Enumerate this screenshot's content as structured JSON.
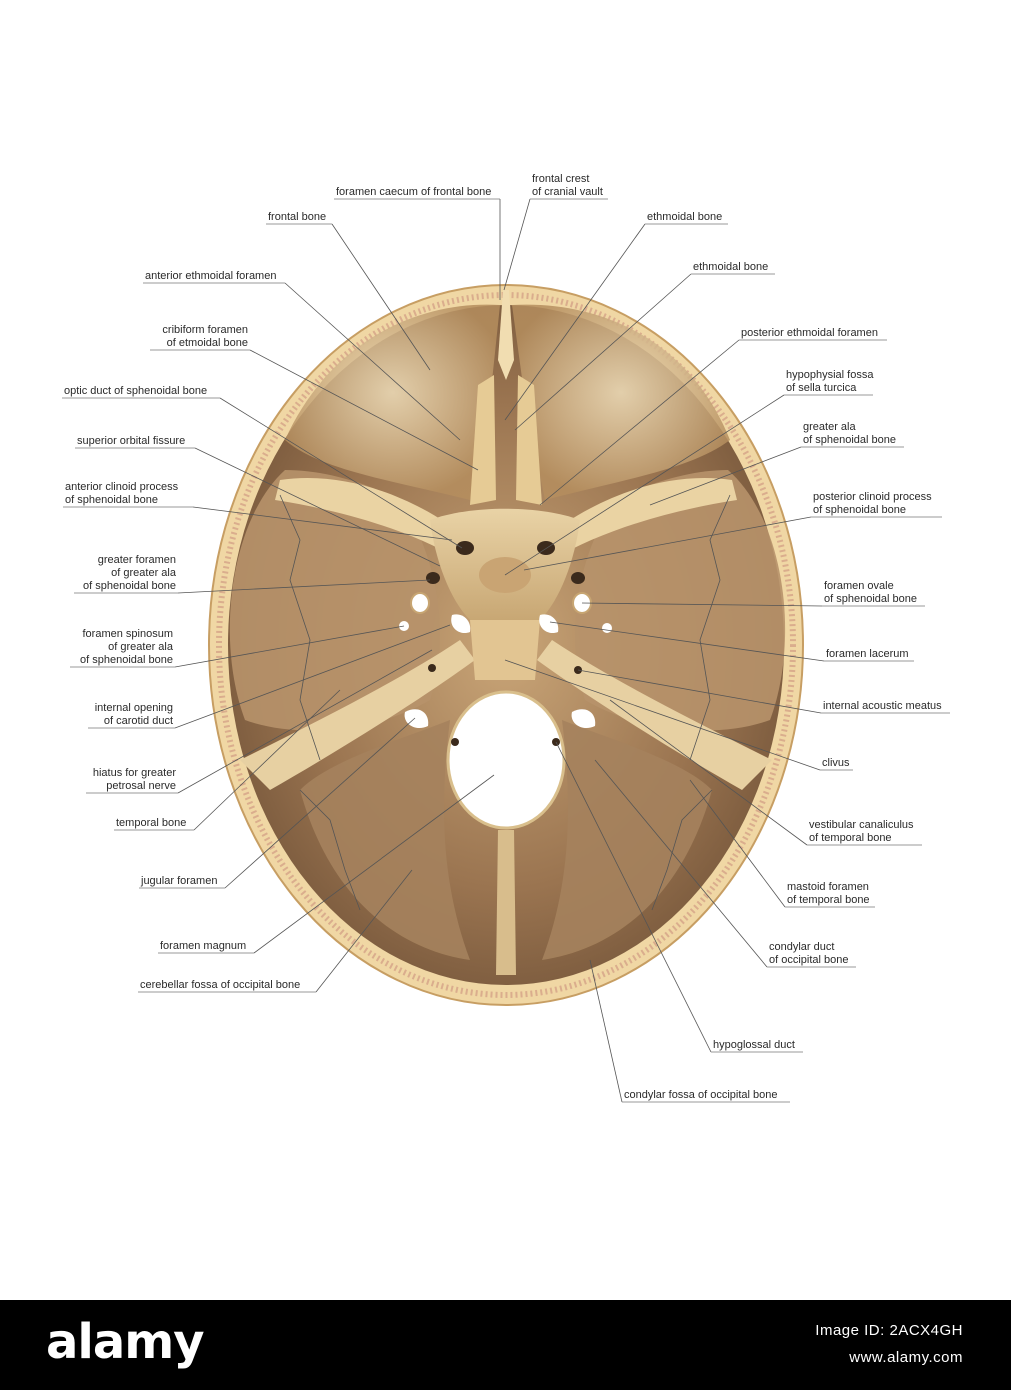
{
  "figure": {
    "labels_left": [
      {
        "id": "frontal-bone",
        "lines": [
          "frontal bone"
        ]
      },
      {
        "id": "anterior-ethmoidal-foramen",
        "lines": [
          "anterior ethmoidal foramen"
        ]
      },
      {
        "id": "cribiform-foramen",
        "lines": [
          "cribiform foramen",
          "of etmoidal bone"
        ]
      },
      {
        "id": "optic-duct",
        "lines": [
          "optic duct of sphenoidal bone"
        ]
      },
      {
        "id": "superior-orbital-fissure",
        "lines": [
          "superior orbital fissure"
        ]
      },
      {
        "id": "anterior-clinoid-process",
        "lines": [
          "anterior clinoid process",
          "of sphenoidal bone"
        ]
      },
      {
        "id": "greater-foramen",
        "lines": [
          "greater foramen",
          "of greater ala",
          "of sphenoidal bone"
        ]
      },
      {
        "id": "foramen-spinosum",
        "lines": [
          "foramen spinosum",
          "of greater ala",
          "of sphenoidal bone"
        ]
      },
      {
        "id": "internal-opening-carotid",
        "lines": [
          "internal opening",
          "of carotid duct"
        ]
      },
      {
        "id": "hiatus-petrosal",
        "lines": [
          "hiatus for greater",
          "petrosal nerve"
        ]
      },
      {
        "id": "temporal-bone",
        "lines": [
          "temporal bone"
        ]
      },
      {
        "id": "jugular-foramen",
        "lines": [
          "jugular foramen"
        ]
      },
      {
        "id": "foramen-magnum",
        "lines": [
          "foramen magnum"
        ]
      },
      {
        "id": "cerebellar-fossa",
        "lines": [
          "cerebellar fossa of occipital bone"
        ]
      }
    ],
    "labels_top": [
      {
        "id": "foramen-caecum",
        "lines": [
          "foramen caecum of frontal bone"
        ]
      },
      {
        "id": "frontal-crest",
        "lines": [
          "frontal crest",
          "of cranial vault"
        ]
      }
    ],
    "labels_right": [
      {
        "id": "ethmoidal-bone-1",
        "lines": [
          "ethmoidal bone"
        ]
      },
      {
        "id": "ethmoidal-bone-2",
        "lines": [
          "ethmoidal bone"
        ]
      },
      {
        "id": "posterior-ethmoidal-foramen",
        "lines": [
          "posterior ethmoidal foramen"
        ]
      },
      {
        "id": "hypophysial-fossa",
        "lines": [
          "hypophysial fossa",
          "of sella turcica"
        ]
      },
      {
        "id": "greater-ala",
        "lines": [
          "greater ala",
          "of sphenoidal bone"
        ]
      },
      {
        "id": "posterior-clinoid-process",
        "lines": [
          "posterior clinoid process",
          "of sphenoidal bone"
        ]
      },
      {
        "id": "foramen-ovale",
        "lines": [
          "foramen ovale",
          "of sphenoidal bone"
        ]
      },
      {
        "id": "foramen-lacerum",
        "lines": [
          "foramen lacerum"
        ]
      },
      {
        "id": "internal-acoustic-meatus",
        "lines": [
          "internal acoustic meatus"
        ]
      },
      {
        "id": "clivus",
        "lines": [
          "clivus"
        ]
      },
      {
        "id": "vestibular-canaliculus",
        "lines": [
          "vestibular canaliculus",
          "of temporal bone"
        ]
      },
      {
        "id": "mastoid-foramen",
        "lines": [
          "mastoid foramen",
          "of temporal bone"
        ]
      },
      {
        "id": "condylar-duct",
        "lines": [
          "condylar duct",
          "of occipital bone"
        ]
      },
      {
        "id": "hypoglossal-duct",
        "lines": [
          "hypoglossal duct"
        ]
      },
      {
        "id": "condylar-fossa",
        "lines": [
          "condylar fossa of occipital bone"
        ]
      }
    ],
    "colors": {
      "bone_outer": "#e9c98f",
      "fossa": "#8c6a44",
      "fossa_light": "#d9bf93",
      "hole": "#ffffff"
    }
  },
  "footer": {
    "brand": "alamy",
    "image_id": "Image ID: 2ACX4GH",
    "url": "www.alamy.com"
  }
}
